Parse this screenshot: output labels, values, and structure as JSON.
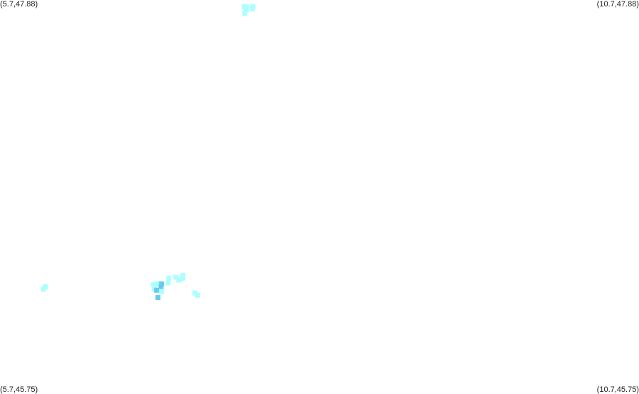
{
  "map": {
    "bounds": {
      "lon_min": 5.7,
      "lon_max": 10.7,
      "lat_min": 45.75,
      "lat_max": 47.88
    },
    "corner_labels": {
      "top_left": "(5.7,47.88)",
      "top_right": "(10.7,47.88)",
      "bottom_left": "(5.7,45.75)",
      "bottom_right": "(10.7,45.75)"
    },
    "colors": {
      "background": "#ffffff",
      "light_cell": "#aaffff",
      "medium_cell": "#66ccee",
      "label_text": "#222222"
    },
    "cells": [
      {
        "lon": 7.61,
        "lat": 47.843,
        "level": "light"
      },
      {
        "lon": 7.627,
        "lat": 47.843,
        "level": "light"
      },
      {
        "lon": 7.627,
        "lat": 47.827,
        "level": "light"
      },
      {
        "lon": 7.616,
        "lat": 47.808,
        "level": "light"
      },
      {
        "lon": 7.68,
        "lat": 47.843,
        "level": "light"
      },
      {
        "lon": 7.672,
        "lat": 47.832,
        "level": "light"
      },
      {
        "lon": 6.04,
        "lat": 46.312,
        "level": "light"
      },
      {
        "lon": 6.055,
        "lat": 46.325,
        "level": "light"
      },
      {
        "lon": 6.9,
        "lat": 46.335,
        "level": "light"
      },
      {
        "lon": 6.93,
        "lat": 46.34,
        "level": "light"
      },
      {
        "lon": 6.91,
        "lat": 46.31,
        "level": "light"
      },
      {
        "lon": 6.96,
        "lat": 46.32,
        "level": "medium"
      },
      {
        "lon": 6.965,
        "lat": 46.34,
        "level": "medium"
      },
      {
        "lon": 6.925,
        "lat": 46.305,
        "level": "medium"
      },
      {
        "lon": 6.935,
        "lat": 46.265,
        "level": "medium"
      },
      {
        "lon": 6.965,
        "lat": 46.3,
        "level": "light"
      },
      {
        "lon": 7.02,
        "lat": 46.37,
        "level": "light"
      },
      {
        "lon": 7.015,
        "lat": 46.345,
        "level": "light"
      },
      {
        "lon": 7.075,
        "lat": 46.375,
        "level": "light"
      },
      {
        "lon": 7.1,
        "lat": 46.36,
        "level": "light"
      },
      {
        "lon": 7.13,
        "lat": 46.385,
        "level": "light"
      },
      {
        "lon": 7.128,
        "lat": 46.37,
        "level": "light"
      },
      {
        "lon": 7.225,
        "lat": 46.29,
        "level": "light"
      },
      {
        "lon": 7.245,
        "lat": 46.278,
        "level": "light"
      }
    ]
  }
}
